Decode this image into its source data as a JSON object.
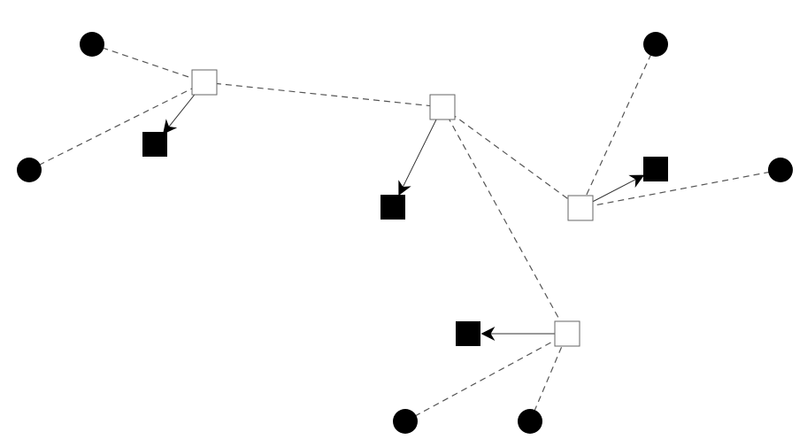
{
  "diagram": {
    "colors": {
      "ink": "#000000",
      "edge": "#555555",
      "background": "#ffffff"
    },
    "nodes": [
      {
        "id": "c1",
        "kind": "circle"
      },
      {
        "id": "c2",
        "kind": "circle"
      },
      {
        "id": "c3",
        "kind": "circle"
      },
      {
        "id": "c4",
        "kind": "circle"
      },
      {
        "id": "c5",
        "kind": "circle"
      },
      {
        "id": "c6",
        "kind": "circle"
      },
      {
        "id": "h1",
        "kind": "hollow-square"
      },
      {
        "id": "h2",
        "kind": "hollow-square"
      },
      {
        "id": "h3",
        "kind": "hollow-square"
      },
      {
        "id": "h4",
        "kind": "hollow-square"
      },
      {
        "id": "f1",
        "kind": "filled-square"
      },
      {
        "id": "f2",
        "kind": "filled-square"
      },
      {
        "id": "f3",
        "kind": "filled-square"
      },
      {
        "id": "f4",
        "kind": "filled-square"
      }
    ],
    "dashed_edges": [
      [
        "c1",
        "h1"
      ],
      [
        "c2",
        "h1"
      ],
      [
        "h1",
        "h2"
      ],
      [
        "h2",
        "h3"
      ],
      [
        "h2",
        "h4"
      ],
      [
        "c3",
        "h3"
      ],
      [
        "c4",
        "h3"
      ],
      [
        "c5",
        "h4"
      ],
      [
        "c6",
        "h4"
      ]
    ],
    "arrows": [
      [
        "h1",
        "f1"
      ],
      [
        "h2",
        "f2"
      ],
      [
        "h3",
        "f3"
      ],
      [
        "h4",
        "f4"
      ]
    ]
  }
}
